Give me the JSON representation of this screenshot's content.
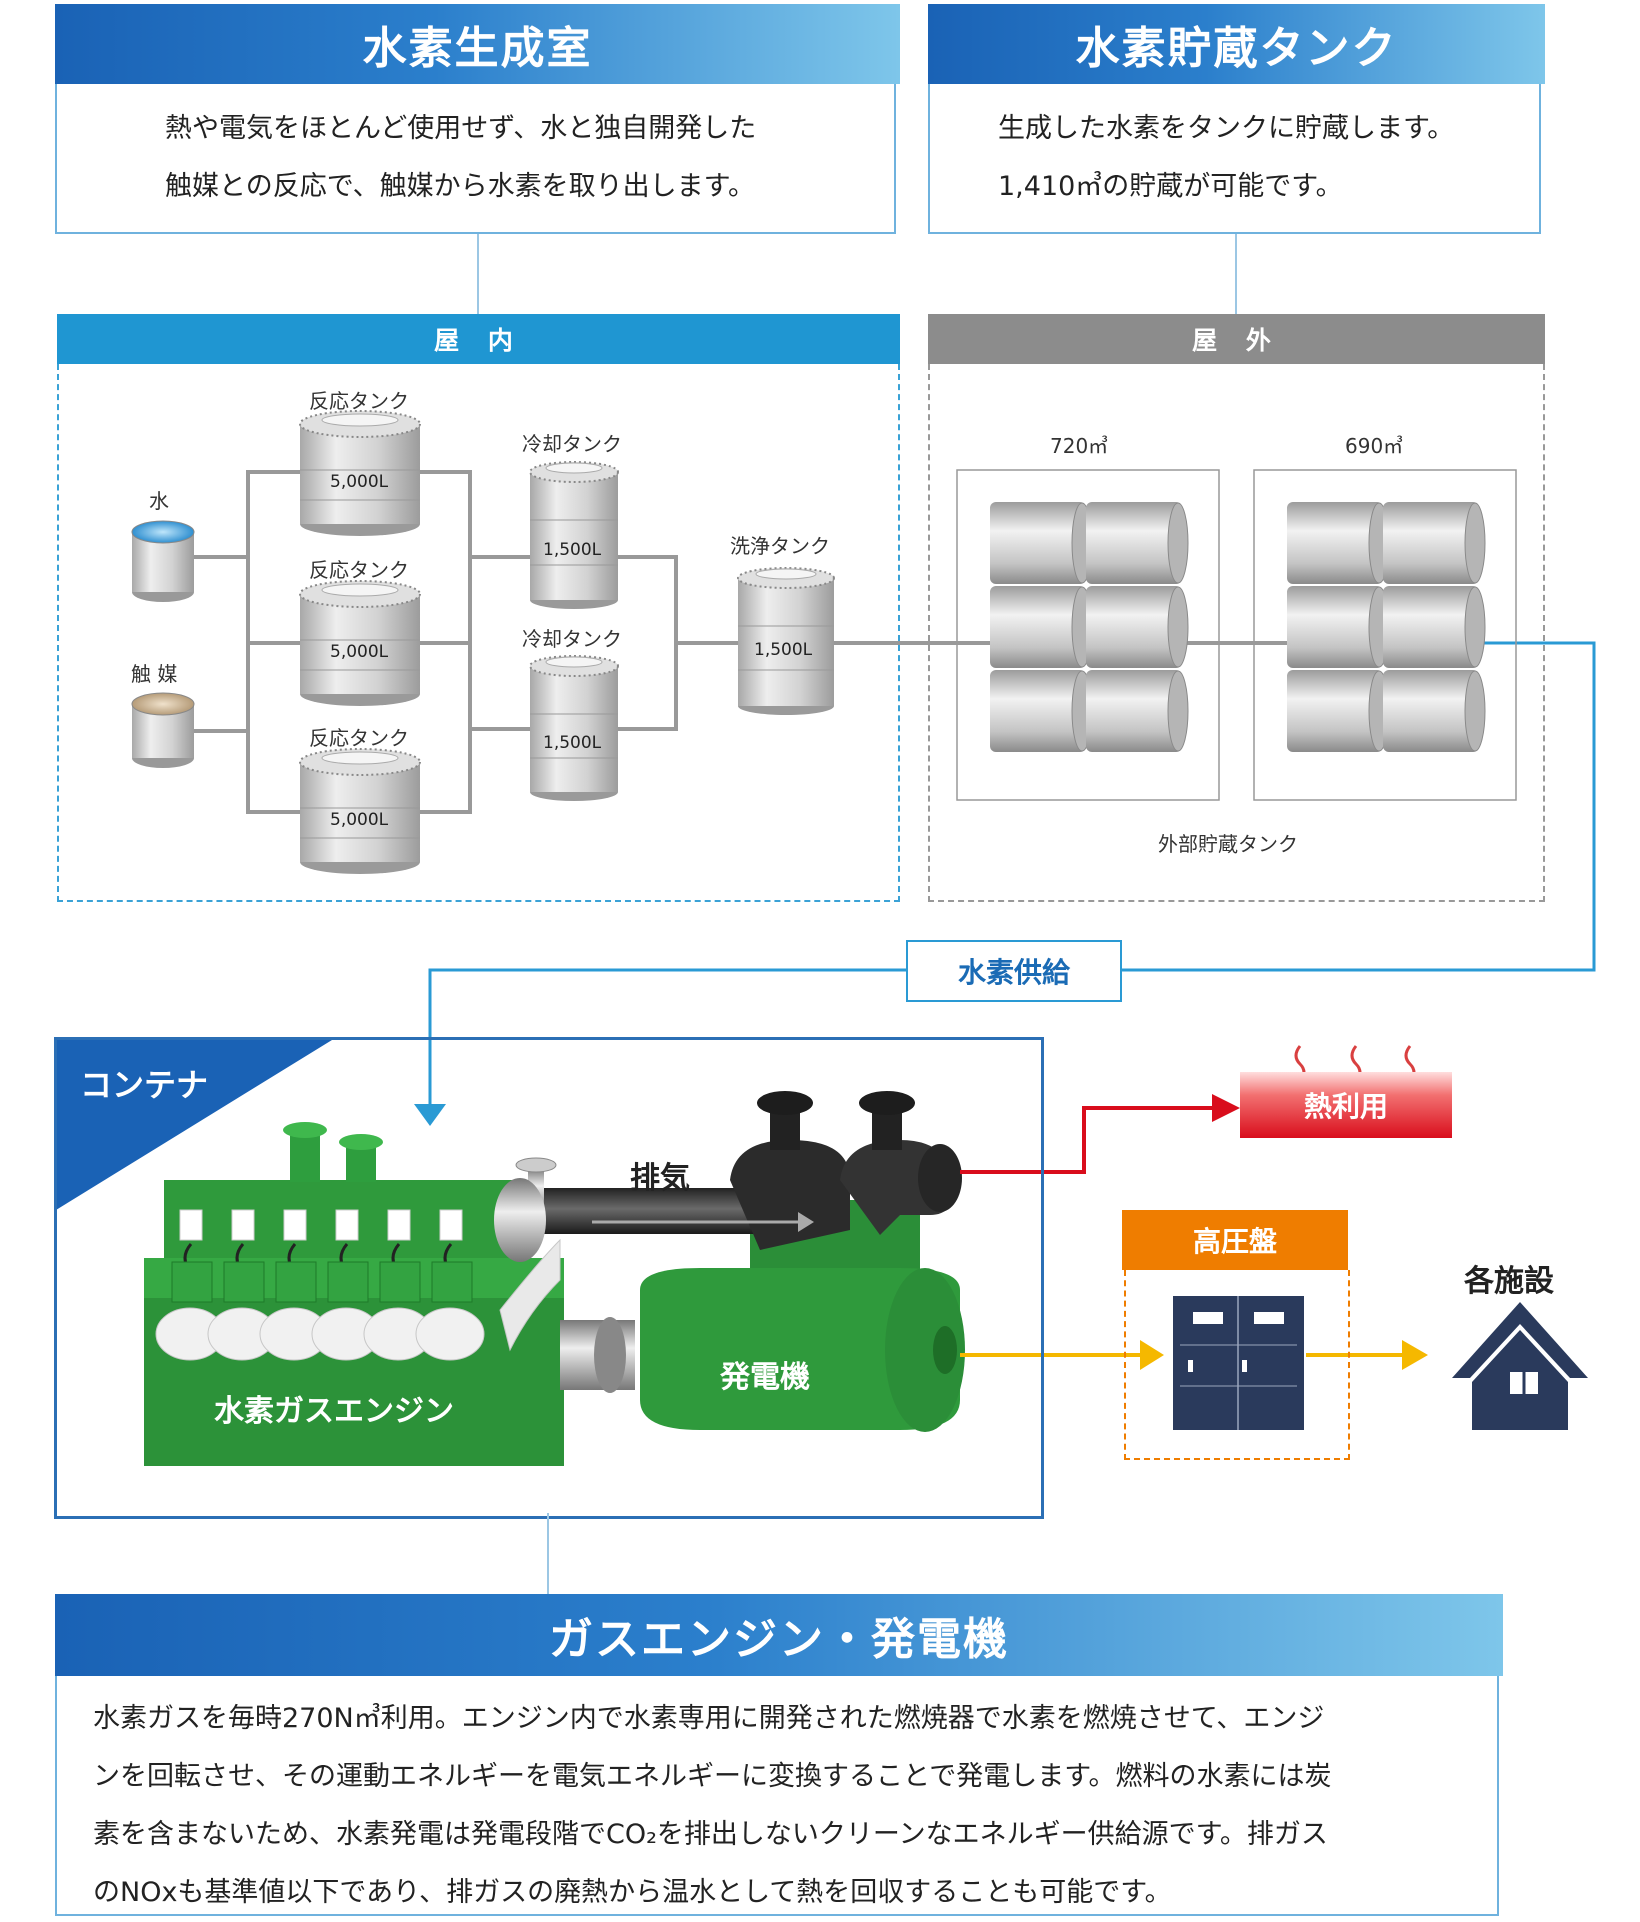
{
  "top_left": {
    "title": "水素生成室",
    "desc_lines": [
      "熱や電気をほとんど使用せず、水と独自開発した",
      "触媒との反応で、触媒から水素を取り出します。"
    ]
  },
  "top_right": {
    "title": "水素貯蔵タンク",
    "desc_lines": [
      "生成した水素をタンクに貯蔵します。",
      "1,410㎥の貯蔵が可能です。"
    ]
  },
  "indoor": {
    "label": "屋 内",
    "inputs": [
      {
        "label": "水"
      },
      {
        "label": "触 媒"
      }
    ],
    "reaction_tanks": [
      {
        "label": "反応タンク",
        "capacity": "5,000L"
      },
      {
        "label": "反応タンク",
        "capacity": "5,000L"
      },
      {
        "label": "反応タンク",
        "capacity": "5,000L"
      }
    ],
    "cooling_tanks": [
      {
        "label": "冷却タンク",
        "capacity": "1,500L"
      },
      {
        "label": "冷却タンク",
        "capacity": "1,500L"
      }
    ],
    "washing_tank": {
      "label": "洗浄タンク",
      "capacity": "1,500L"
    }
  },
  "outdoor": {
    "label": "屋 外",
    "banks": [
      {
        "capacity": "720㎥"
      },
      {
        "capacity": "690㎥"
      }
    ],
    "caption": "外部貯蔵タンク"
  },
  "supply_label": "水素供給",
  "container": {
    "label": "コンテナ",
    "exhaust_label": "排気",
    "engine_label": "水素ガスエンジン",
    "generator_label": "発電機"
  },
  "heat_label": "熱利用",
  "switchgear_label": "高圧盤",
  "facilities_label": "各施設",
  "bottom": {
    "title": "ガスエンジン・発電機",
    "desc_lines": [
      "水素ガスを毎時270N㎥利用。エンジン内で水素専用に開発された燃焼器で水素を燃焼させて、エンジ",
      "ンを回転させ、その運動エネルギーを電気エネルギーに変換することで発電します。燃料の水素には炭",
      "素を含まないため、水素発電は発電段階でCO₂を排出しないクリーンなエネルギー供給源です。排ガス",
      "のNOxも基準値以下であり、排ガスの廃熱から温水として熱を回収することも可能です。"
    ]
  },
  "colors": {
    "header_blue": "#1a62b5",
    "indoor_bar": "#1f96d2",
    "outdoor_bar": "#8c8c8c",
    "engine_green": "#2e9e3e",
    "heat_red": "#d90d1c",
    "power_yellow": "#f5b800",
    "switchgear_orange": "#ef7d00",
    "house_navy": "#2a3a5c"
  }
}
